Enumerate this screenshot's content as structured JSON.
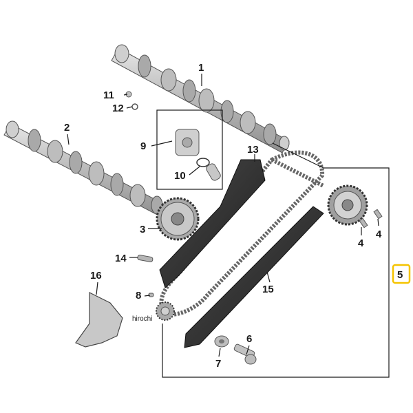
{
  "callouts": {
    "c1": "1",
    "c2": "2",
    "c3": "3",
    "c4a": "4",
    "c4b": "4",
    "c5": "5",
    "c6": "6",
    "c7": "7",
    "c8": "8",
    "c9": "9",
    "c10": "10",
    "c11": "11",
    "c12": "12",
    "c13": "13",
    "c14": "14",
    "c15": "15",
    "c16": "16"
  },
  "watermark": "hirochi",
  "highlight_color": "#f5c400"
}
